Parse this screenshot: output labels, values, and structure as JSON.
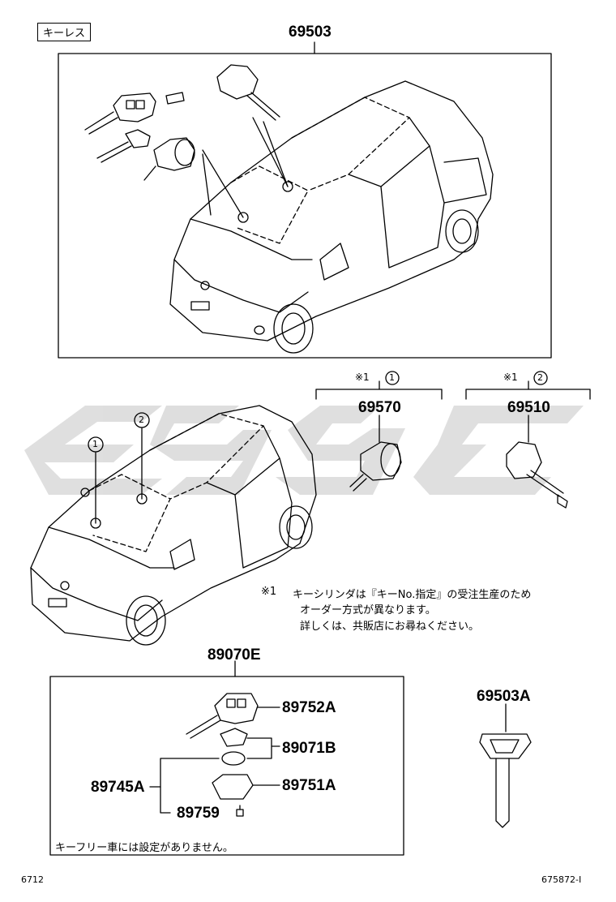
{
  "header": {
    "tag": "キーレス",
    "main_part": "69503"
  },
  "middle": {
    "group1": {
      "note_mark": "※1",
      "circle": "1",
      "part": "69570"
    },
    "group2": {
      "note_mark": "※1",
      "circle": "2",
      "part": "69510"
    },
    "callout1": "1",
    "callout2": "2"
  },
  "note": {
    "mark": "※1",
    "line1": "キーシリンダは『キーNo.指定』の受注生産のため",
    "line2": "オーダー方式が異なります。",
    "line3": "詳しくは、共販店にお尋ねください。"
  },
  "lower": {
    "group_part": "89070E",
    "parts": {
      "p1": "89752A",
      "p2": "89071B",
      "p3": "89745A",
      "p4": "89751A",
      "p5": "89759"
    },
    "footnote": "キーフリー車には設定がありません。",
    "side_part": "69503A"
  },
  "footer": {
    "left": "6712",
    "right": "675872-I"
  },
  "colors": {
    "line": "#000000",
    "watermark": "#d8d8d8"
  }
}
